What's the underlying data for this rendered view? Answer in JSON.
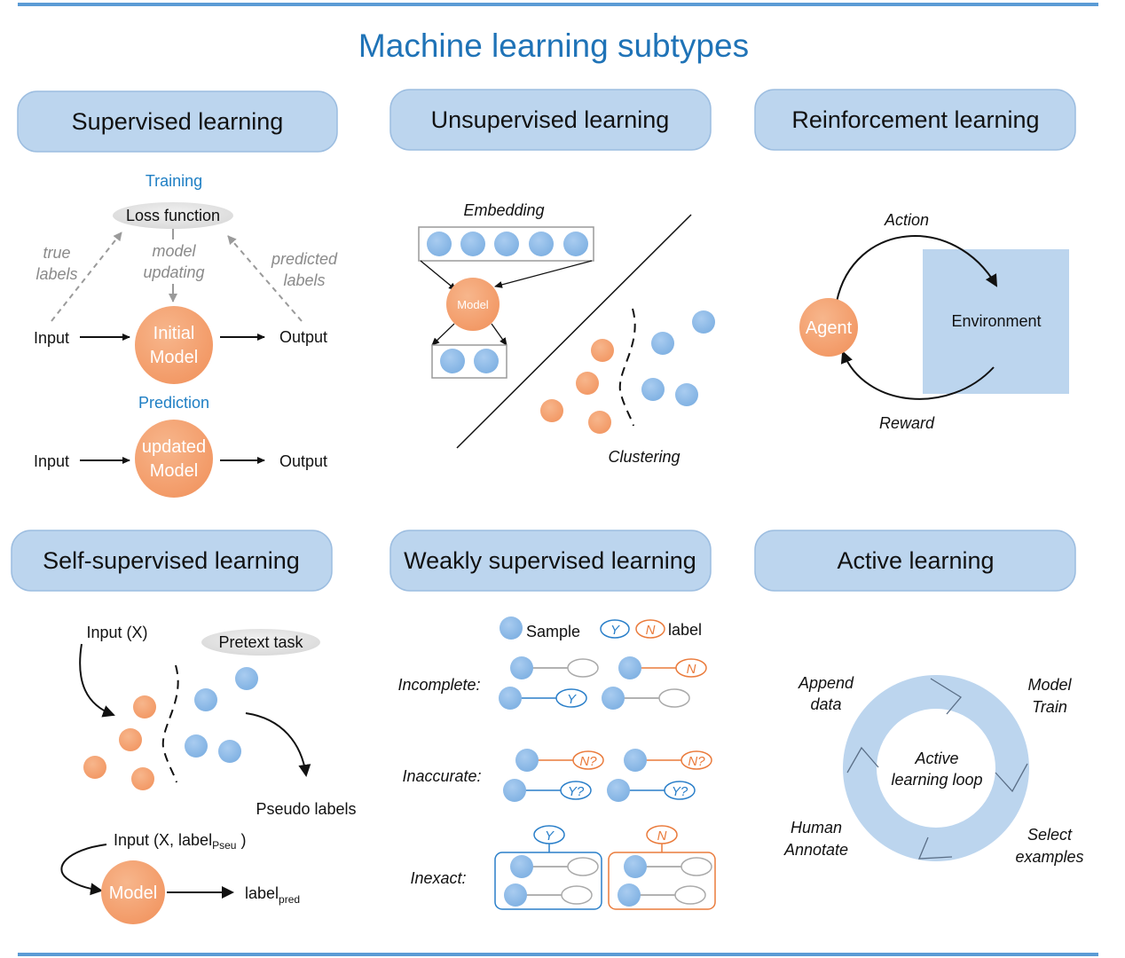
{
  "title": "Machine learning subtypes",
  "colors": {
    "accent_blue": "#1f73b7",
    "panel_fill": "#bcd5ee",
    "node_blue": "#8db8e6",
    "node_orange": "#f4a372",
    "label_blue": "#2a7fc9",
    "label_orange": "#ea7b3c"
  },
  "panels": {
    "supervised": {
      "title": "Supervised learning",
      "training_label": "Training",
      "loss_function": "Loss function",
      "true_labels": [
        "true",
        "labels"
      ],
      "model_updating": [
        "model",
        "updating"
      ],
      "predicted_labels": [
        "predicted",
        "labels"
      ],
      "input": "Input",
      "output": "Output",
      "initial_model": [
        "Initial",
        "Model"
      ],
      "prediction_label": "Prediction",
      "updated_model": [
        "updated",
        "Model"
      ]
    },
    "unsupervised": {
      "title": "Unsupervised learning",
      "embedding": "Embedding",
      "model": "Model",
      "clustering": "Clustering"
    },
    "reinforcement": {
      "title": "Reinforcement learning",
      "action": "Action",
      "agent": "Agent",
      "environment": "Environment",
      "reward": "Reward"
    },
    "self_supervised": {
      "title": "Self-supervised learning",
      "input_x": "Input (X)",
      "pretext_task": "Pretext task",
      "pseudo_labels": "Pseudo labels",
      "input_x_label_prefix": "Input (X, label",
      "input_x_label_sub": "Pseu",
      "input_x_label_suffix": " )",
      "model": "Model",
      "label_pred_base": "label",
      "label_pred_sub": "pred"
    },
    "weakly_supervised": {
      "title": "Weakly supervised learning",
      "sample": "Sample",
      "legend_y": "Y",
      "legend_n": "N",
      "label": "label",
      "incomplete": "Incomplete:",
      "inaccurate": "Inaccurate:",
      "inexact": "Inexact:",
      "tag_y": "Y",
      "tag_n": "N",
      "tag_n_q": "N?",
      "tag_y_q": "Y?"
    },
    "active": {
      "title": "Active learning",
      "append_data": [
        "Append",
        "data"
      ],
      "model_train": [
        "Model",
        "Train"
      ],
      "center": [
        "Active",
        "learning loop"
      ],
      "human_annotate": [
        "Human",
        "Annotate"
      ],
      "select_examples": [
        "Select",
        "examples"
      ]
    }
  }
}
